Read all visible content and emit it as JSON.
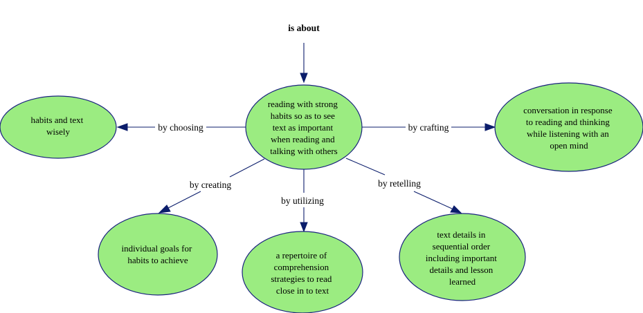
{
  "top_label": "is about",
  "center": {
    "lines": [
      "reading with strong",
      "habits so as to see",
      "text as important",
      "when reading and",
      "talking with others"
    ]
  },
  "nodes": [
    {
      "id": "habits",
      "lines": [
        "habits and text",
        "wisely"
      ]
    },
    {
      "id": "conversation",
      "lines": [
        "conversation in response",
        "to reading and thinking",
        "while listening with an",
        "open mind"
      ]
    },
    {
      "id": "goals",
      "lines": [
        "individual goals for",
        "habits to achieve"
      ]
    },
    {
      "id": "repertoire",
      "lines": [
        "a repertoire of",
        "comprehension",
        "strategies to read",
        "close in to text"
      ]
    },
    {
      "id": "details",
      "lines": [
        "text details in",
        "sequential order",
        "including important",
        "details and lesson",
        "learned"
      ]
    }
  ],
  "edges": [
    {
      "from": "center",
      "to": "habits",
      "label": "by choosing"
    },
    {
      "from": "center",
      "to": "conversation",
      "label": "by crafting"
    },
    {
      "from": "center",
      "to": "goals",
      "label": "by creating"
    },
    {
      "from": "center",
      "to": "repertoire",
      "label": "by utilizing"
    },
    {
      "from": "center",
      "to": "details",
      "label": "by retelling"
    }
  ],
  "colors": {
    "node_fill": "#9bec81",
    "node_stroke": "#1a237e",
    "edge": "#0b1d6b"
  }
}
